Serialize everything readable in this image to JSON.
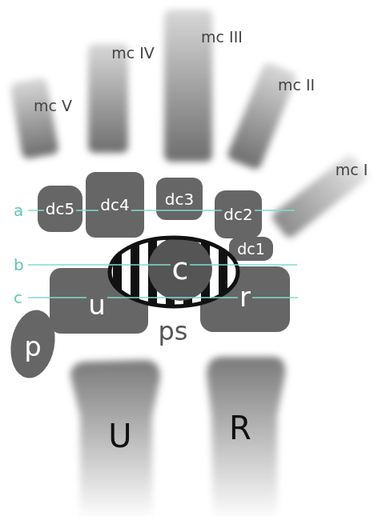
{
  "diagram": {
    "nodes": [
      {
        "text": [
          "mc III"
        ]
      },
      {
        "text": [
          "mc IV"
        ]
      },
      {
        "text": [
          "mc II"
        ]
      },
      {
        "text": [
          "mc V"
        ]
      },
      {
        "text": [
          "mc I"
        ]
      },
      {
        "text": [
          "dc4"
        ]
      },
      {
        "text": [
          "dc3"
        ]
      },
      {
        "text": [
          "dc5"
        ]
      },
      {
        "text": [
          "dc2"
        ]
      },
      {
        "text": [
          "dc1"
        ]
      },
      {
        "text": [
          "c"
        ]
      },
      {
        "text": [
          "r"
        ]
      },
      {
        "text": [
          "u"
        ]
      },
      {
        "text": [
          "p"
        ]
      },
      {
        "text": [
          "R"
        ]
      },
      {
        "text": [
          "U"
        ]
      }
    ],
    "labels": [
      "a",
      "b",
      "c",
      "ps"
    ]
  }
}
